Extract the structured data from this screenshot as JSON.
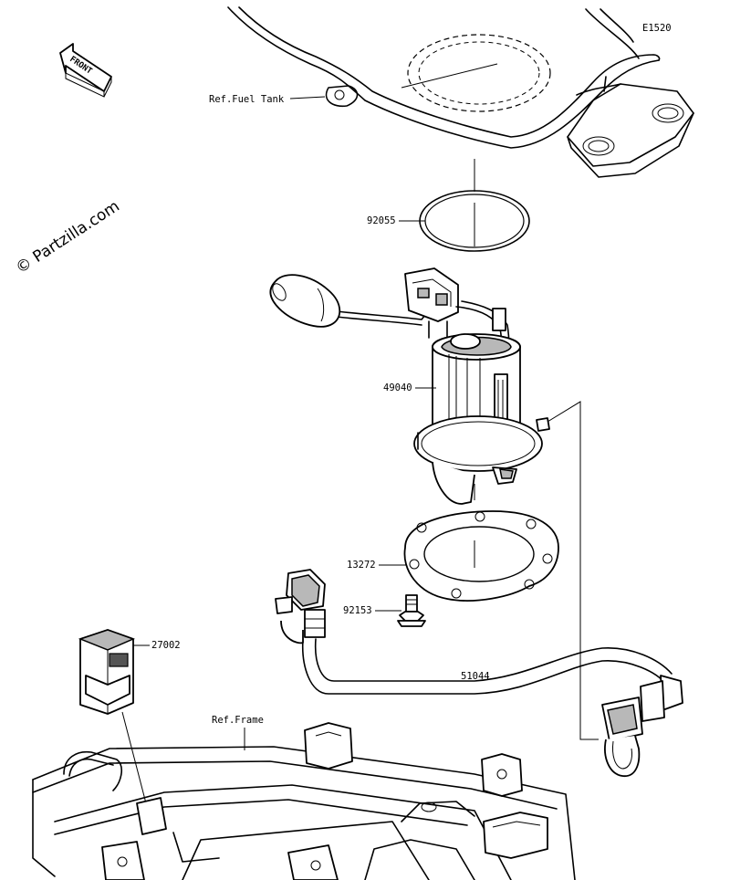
{
  "diagram_code": "E1520",
  "watermark": "© Partzilla.com",
  "front_badge": "FRONT",
  "labels": {
    "ref_fuel_tank": "Ref.Fuel Tank",
    "p92055": "92055",
    "p49040": "49040",
    "p13272": "13272",
    "p92153": "92153",
    "p27002": "27002",
    "p51044": "51044",
    "ref_frame": "Ref.Frame"
  },
  "colors": {
    "line": "#000000",
    "shade": "#b8b8b8",
    "background": "#ffffff"
  }
}
